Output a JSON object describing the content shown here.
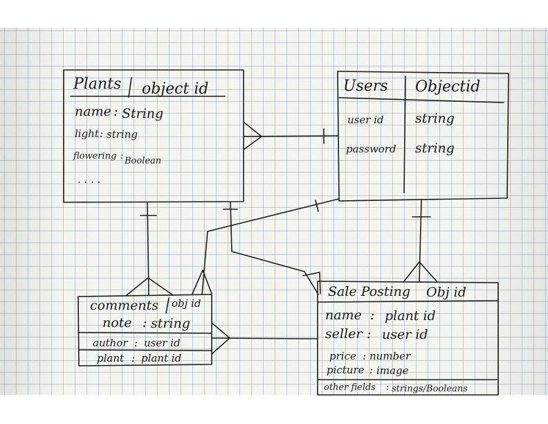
{
  "plants": {
    "name": "Plants",
    "key": "object id",
    "fields": [
      {
        "name": "name",
        "type": "String"
      },
      {
        "name": "light",
        "type": "string"
      },
      {
        "name": "flowering",
        "type": "Boolean"
      }
    ],
    "ellipsis": ". . . ."
  },
  "users": {
    "name": "Users",
    "key": "Objectid",
    "fields": [
      {
        "name": "user id",
        "type": "string"
      },
      {
        "name": "password",
        "type": "string"
      }
    ]
  },
  "comments": {
    "name": "comments",
    "key": "obj id",
    "fields": [
      {
        "name": "note",
        "type": "string"
      },
      {
        "name": "author",
        "type": "user id"
      },
      {
        "name": "plant",
        "type": "plant id"
      }
    ]
  },
  "sale_posting": {
    "name": "Sale Posting",
    "key": "Obj id",
    "fields": [
      {
        "name": "name",
        "type": "plant id"
      },
      {
        "name": "seller",
        "type": "user id"
      },
      {
        "name": "price",
        "type": "number"
      },
      {
        "name": "picture",
        "type": "image"
      },
      {
        "name": "other fields",
        "type": "strings/Booleans"
      }
    ]
  }
}
